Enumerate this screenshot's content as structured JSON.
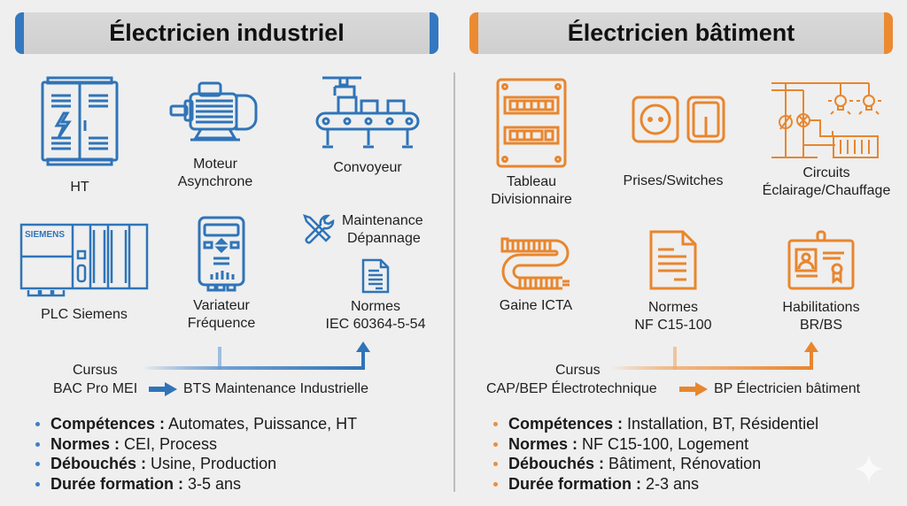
{
  "left": {
    "title": "Électricien industriel",
    "accent": "#3478c1",
    "items": [
      {
        "icon": "electrical-cabinet-icon",
        "label": [
          "HT"
        ]
      },
      {
        "icon": "motor-icon",
        "label": [
          "Moteur",
          "Asynchrone"
        ]
      },
      {
        "icon": "conveyor-icon",
        "label": [
          "Convoyeur"
        ]
      },
      {
        "icon": "plc-icon",
        "label": [
          "PLC Siemens"
        ],
        "brand": "SIEMENS"
      },
      {
        "icon": "variable-drive-icon",
        "label": [
          "Variateur",
          "Fréquence"
        ]
      },
      {
        "icon": "tools-icon",
        "label": [
          "Maintenance",
          "Dépannage"
        ]
      },
      {
        "icon": "document-icon",
        "label": [
          "Normes",
          "IEC 60364-5-54"
        ]
      }
    ],
    "cursus": {
      "label": "Cursus",
      "from": "BAC Pro MEI",
      "to": "BTS Maintenance Industrielle"
    },
    "bullets": [
      {
        "key": "Compétences :",
        "value": " Automates, Puissance, HT"
      },
      {
        "key": "Normes :",
        "value": " CEI, Process"
      },
      {
        "key": "Débouchés :",
        "value": " Usine, Production"
      },
      {
        "key": "Durée formation :",
        "value": " 3-5 ans"
      }
    ]
  },
  "right": {
    "title": "Électricien bâtiment",
    "accent": "#ec8a32",
    "items": [
      {
        "icon": "distribution-board-icon",
        "label": [
          "Tableau",
          "Divisionnaire"
        ]
      },
      {
        "icon": "socket-switch-icon",
        "label": [
          "Prises/Switches"
        ]
      },
      {
        "icon": "circuit-icon",
        "label": [
          "Circuits",
          "Éclairage/Chauffage"
        ]
      },
      {
        "icon": "conduit-icon",
        "label": [
          "Gaine ICTA"
        ]
      },
      {
        "icon": "document-icon",
        "label": [
          "Normes",
          "NF C15-100"
        ]
      },
      {
        "icon": "badge-icon",
        "label": [
          "Habilitations",
          "BR/BS"
        ]
      }
    ],
    "cursus": {
      "label": "Cursus",
      "from": "CAP/BEP Électrotechnique",
      "to": "BP Électricien bâtiment"
    },
    "bullets": [
      {
        "key": "Compétences :",
        "value": " Installation, BT, Résidentiel"
      },
      {
        "key": "Normes :",
        "value": " NF C15-100, Logement"
      },
      {
        "key": "Débouchés :",
        "value": " Bâtiment, Rénovation"
      },
      {
        "key": "Durée formation :",
        "value": " 2-3 ans"
      }
    ]
  }
}
